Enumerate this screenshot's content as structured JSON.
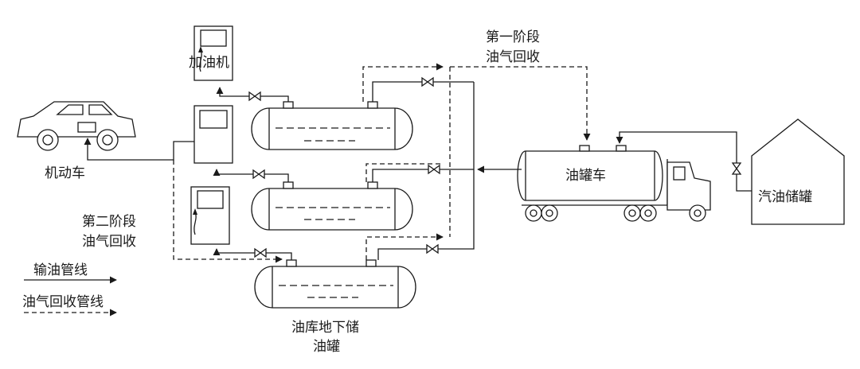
{
  "labels": {
    "dispenser": "加油机",
    "vehicle": "机动车",
    "stage1_line1": "第一阶段",
    "stage1_line2": "油气回收",
    "stage2_line1": "第二阶段",
    "stage2_line2": "油气回收",
    "tanker": "油罐车",
    "storage": "汽油储罐",
    "underground_line1": "油库地下储",
    "underground_line2": "油罐"
  },
  "legend": {
    "solid_label": "输油管线",
    "dashed_label": "油气回收管线"
  }
}
